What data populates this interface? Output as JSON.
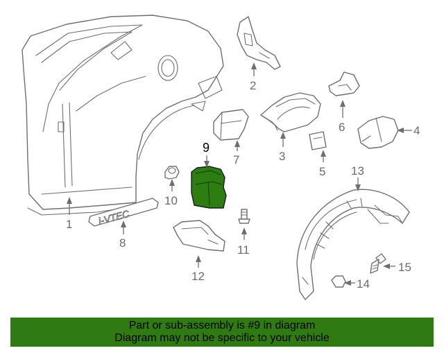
{
  "callouts": {
    "c1": "1",
    "c2": "2",
    "c3": "3",
    "c4": "4",
    "c5": "5",
    "c6": "6",
    "c7": "7",
    "c8": "8",
    "c9": "9",
    "c10": "10",
    "c11": "11",
    "c12": "12",
    "c13": "13",
    "c14": "14",
    "c15": "15"
  },
  "emblem_text": "i-VTEC",
  "highlight": {
    "part_number": "9",
    "color": "#2e7d12"
  },
  "footer": {
    "line1": "Part or sub-assembly is #9 in diagram",
    "line2": "Diagram may not be specific to your vehicle",
    "background": "#2f7a12"
  }
}
